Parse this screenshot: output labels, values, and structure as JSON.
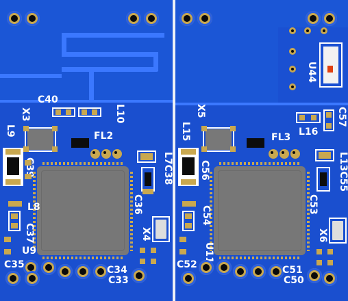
{
  "boards": {
    "left": {
      "labels": {
        "c40": "C40",
        "x3": "X3",
        "l10": "L10",
        "fl2": "FL2",
        "l9": "L9",
        "c39": "C39",
        "l7c38": "L7C38",
        "c36": "C36",
        "l8": "L8",
        "c37": "C37",
        "x4": "X4",
        "u9": "U9",
        "c35": "C35",
        "c34": "C34",
        "c33": "C33"
      }
    },
    "right": {
      "labels": {
        "u44": "U44",
        "x5": "X5",
        "l15": "L15",
        "l16": "L16",
        "c57": "C57",
        "fl3": "FL3",
        "c56": "C56",
        "l13c55": "L13C55",
        "c53": "C53",
        "c54": "C54",
        "x6": "X6",
        "u11": "U11",
        "c52": "C52",
        "c51": "C51",
        "c50": "C50"
      }
    }
  },
  "colors": {
    "board": "#1b56d6",
    "trace": "#3b78ff",
    "pad": "#c9a84f",
    "chip": "#787878",
    "silk": "#ffffff"
  }
}
